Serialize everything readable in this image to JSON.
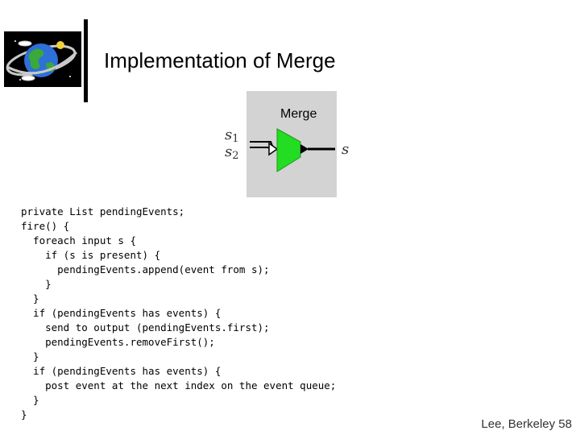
{
  "slide": {
    "title": "Implementation of Merge",
    "footer": "Lee, Berkeley 58"
  },
  "diagram": {
    "label": "Merge",
    "inputs": [
      "s",
      "s"
    ],
    "input_subscripts": [
      "1",
      "2"
    ],
    "output": "s",
    "colors": {
      "panel": "#d3d3d3",
      "actor": "#22dd22",
      "stroke": "#000000"
    }
  },
  "code": {
    "lines": [
      "private List pendingEvents;",
      "fire() {",
      "  foreach input s {",
      "    if (s is present) {",
      "      pendingEvents.append(event from s);",
      "    }",
      "  }",
      "  if (pendingEvents has events) {",
      "    send to output (pendingEvents.first);",
      "    pendingEvents.removeFirst();",
      "  }",
      "  if (pendingEvents has events) {",
      "    post event at the next index on the event queue;",
      "  }",
      "}"
    ]
  }
}
